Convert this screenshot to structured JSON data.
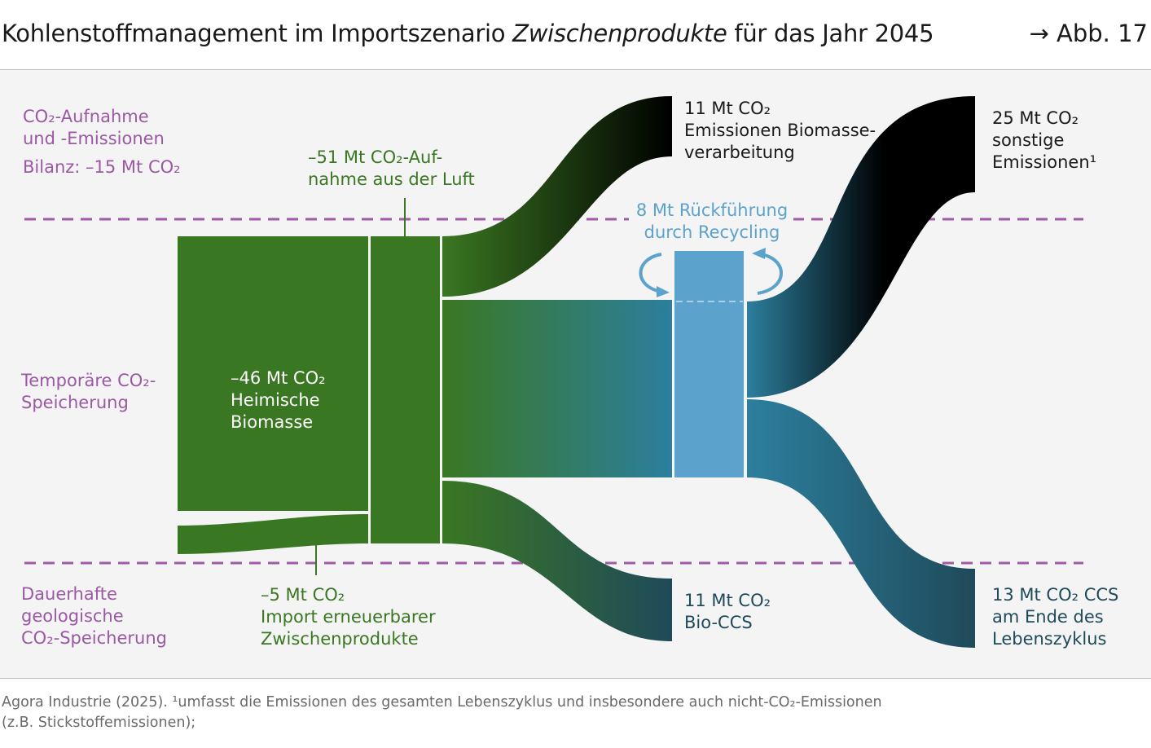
{
  "header": {
    "title_pre": "Kohlenstoffmanagement im Importszenario ",
    "title_italic": "Zwischenprodukte",
    "title_post": " für das Jahr 2045",
    "figure_ref": "→ Abb. 17"
  },
  "zones": {
    "top": [
      "CO₂-Aufnahme",
      "und -Emissionen",
      "Bilanz: –15 Mt CO₂"
    ],
    "middle": [
      "Temporäre CO₂-",
      "Speicherung"
    ],
    "bottom": [
      "Dauerhafte",
      "geologische",
      "CO₂-Speicherung"
    ]
  },
  "nodes": {
    "air_uptake": [
      "–51 Mt CO₂-Auf-",
      "nahme aus der Luft"
    ],
    "biomass": [
      "–46 Mt CO₂",
      "Heimische",
      "Biomasse"
    ],
    "import": [
      "–5 Mt CO₂",
      "Import erneuerbarer",
      "Zwischenprodukte"
    ],
    "processing_emissions": [
      "11 Mt CO₂",
      "Emissionen Biomasse-",
      "verarbeitung"
    ],
    "recycling": [
      "8 Mt Rückführung",
      "durch Recycling"
    ],
    "other_emissions": [
      "25 Mt CO₂",
      "sonstige",
      "Emissionen¹"
    ],
    "bio_ccs": [
      "11 Mt CO₂",
      "Bio-CCS"
    ],
    "ccs_end_of_life": [
      "13 Mt CO₂ CCS",
      "am Ende des",
      "Lebenszyklus"
    ]
  },
  "colors": {
    "green": "#3a7722",
    "black": "#000000",
    "recycling_blue": "#5ba2cc",
    "teal": "#2c7f9e",
    "dark_teal": "#1f4a5a",
    "zone_purple": "#a05aa8"
  },
  "footer": {
    "line1": "Agora Industrie (2025). ¹umfasst die Emissionen des gesamten Lebenszyklus und insbesondere auch nicht-CO₂-Emissionen",
    "line2": "(z.B. Stickstoffemissionen);"
  }
}
